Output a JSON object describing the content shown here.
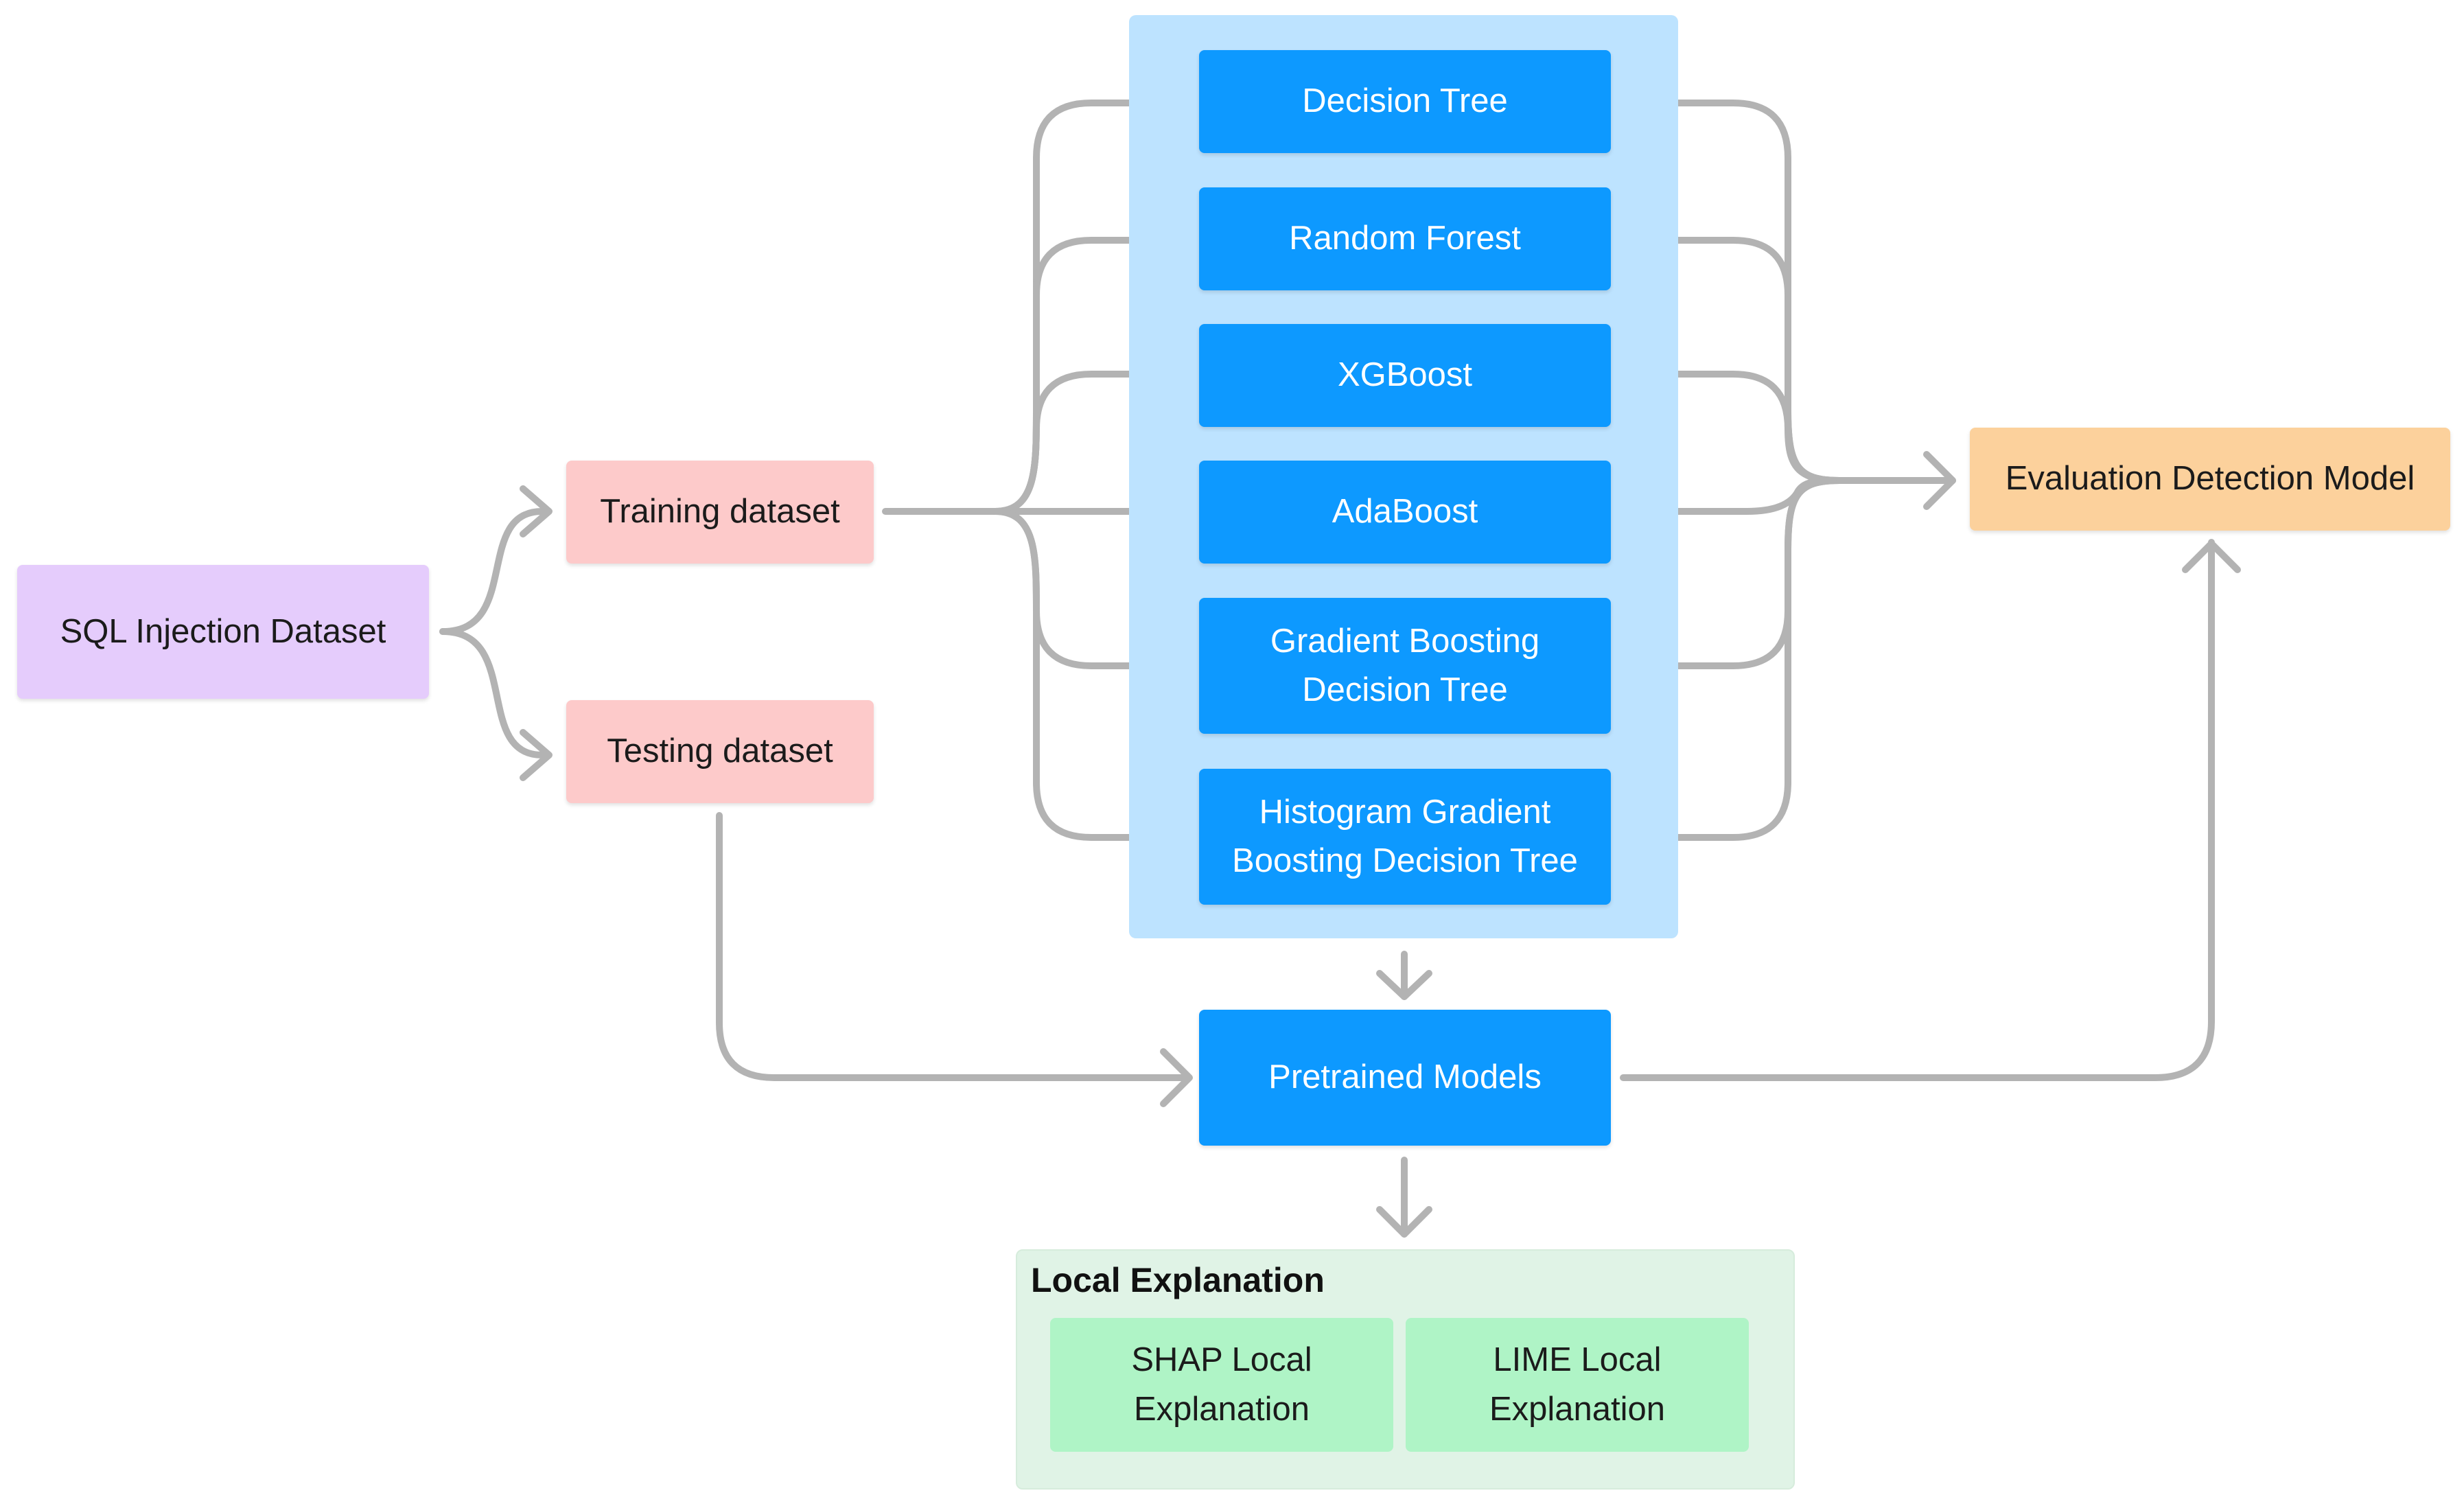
{
  "nodes": {
    "sql_dataset": "SQL Injection Dataset",
    "training_dataset": "Training dataset",
    "testing_dataset": "Testing dataset",
    "models": [
      "Decision Tree",
      "Random Forest",
      "XGBoost",
      "AdaBoost",
      "Gradient Boosting\nDecision Tree",
      "Histogram Gradient\nBoosting Decision Tree"
    ],
    "pretrained_models": "Pretrained Models",
    "evaluation": "Evaluation Detection Model",
    "local_explanation": {
      "title": "Local Explanation",
      "shap": "SHAP Local\nExplanation",
      "lime": "LIME Local\nExplanation"
    }
  },
  "colors": {
    "source": "#e5ccfc",
    "split": "#fdcaca",
    "model": "#0d99ff",
    "model_panel": "#bde3ff",
    "evaluation": "#fcd19c",
    "explanation": "#aff4c6",
    "explanation_panel": "#e0f3e6",
    "connector": "#b3b3b3"
  }
}
